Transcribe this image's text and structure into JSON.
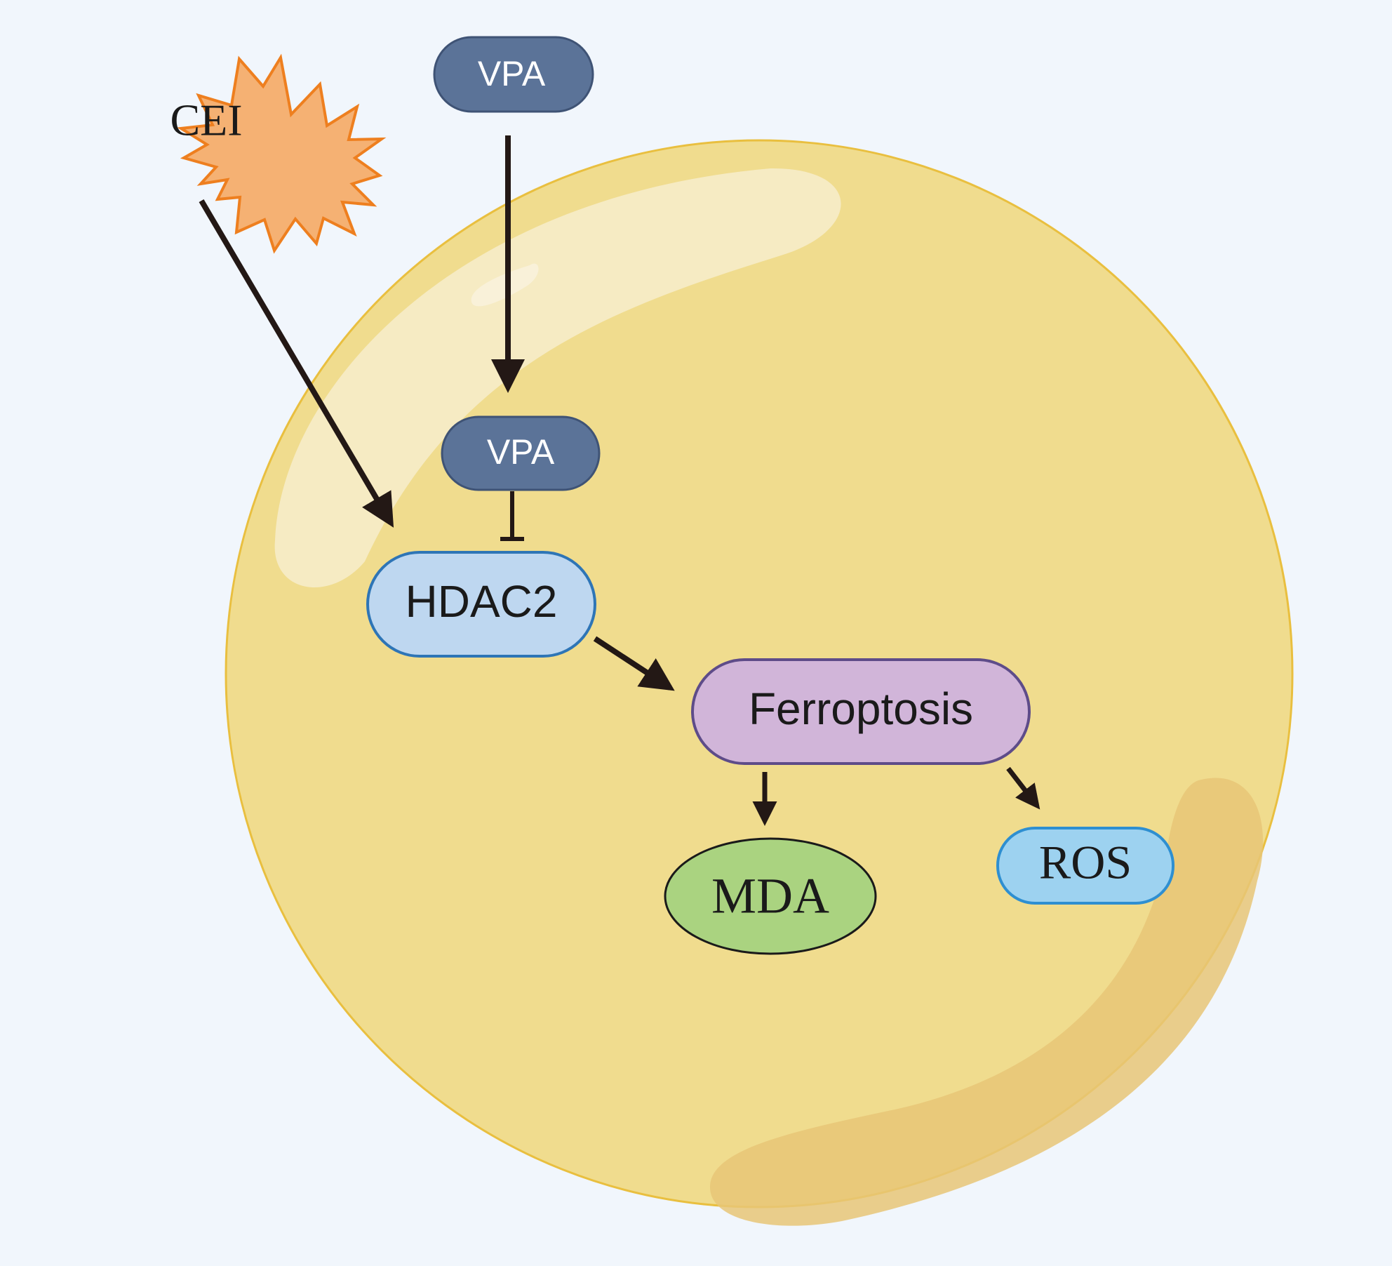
{
  "colors": {
    "background": "#f1f6fc",
    "cell_fill": "#f0dc8e",
    "cell_stroke": "#e9bf3f",
    "cell_highlight": "#f5ebc6",
    "cell_shadow": "#e8c677",
    "vpa_fill": "#5b7398",
    "vpa_stroke": "#3f5375",
    "hdac2_fill": "#bed7f0",
    "hdac2_stroke": "#2e75b6",
    "ferroptosis_fill": "#d1b5d9",
    "ferroptosis_stroke": "#5e4c89",
    "mda_fill": "#aad380",
    "mda_stroke": "#1a1a1a",
    "ros_fill": "#9dd2f0",
    "ros_stroke": "#2e8fd1",
    "cei_fill": "#f5b173",
    "cei_stroke": "#ee7f1f",
    "arrow": "#231815"
  },
  "nodes": {
    "cei": {
      "label": "CEI",
      "shape": "starburst"
    },
    "vpa_outside": {
      "label": "VPA",
      "shape": "pill"
    },
    "vpa_inside": {
      "label": "VPA",
      "shape": "pill"
    },
    "hdac2": {
      "label": "HDAC2",
      "shape": "pill"
    },
    "ferroptosis": {
      "label": "Ferroptosis",
      "shape": "pill"
    },
    "mda": {
      "label": "MDA",
      "shape": "ellipse"
    },
    "ros": {
      "label": "ROS",
      "shape": "pill"
    }
  },
  "edges": [
    {
      "from": "cei",
      "to": "hdac2",
      "type": "activation"
    },
    {
      "from": "vpa_outside",
      "to": "vpa_inside",
      "type": "activation"
    },
    {
      "from": "vpa_inside",
      "to": "hdac2",
      "type": "inhibition"
    },
    {
      "from": "hdac2",
      "to": "ferroptosis",
      "type": "activation"
    },
    {
      "from": "ferroptosis",
      "to": "mda",
      "type": "activation"
    },
    {
      "from": "ferroptosis",
      "to": "ros",
      "type": "activation"
    }
  ]
}
